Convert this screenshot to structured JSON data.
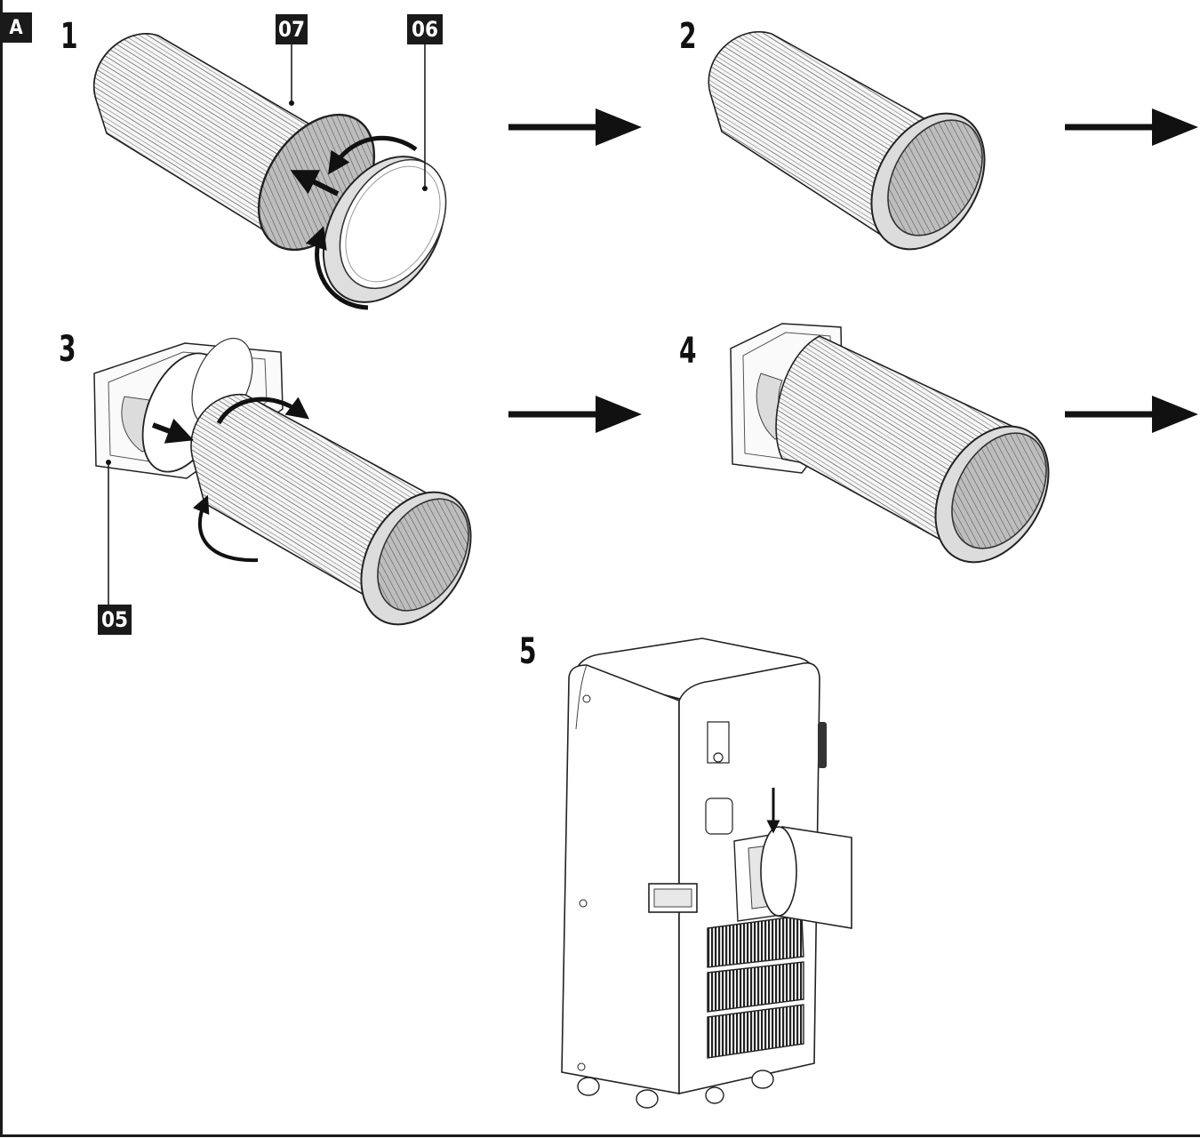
{
  "section": {
    "badge": "A"
  },
  "steps": [
    {
      "number": "1"
    },
    {
      "number": "2"
    },
    {
      "number": "3"
    },
    {
      "number": "4"
    },
    {
      "number": "5"
    }
  ],
  "parts": {
    "hose": "07",
    "window_adapter": "06",
    "unit_adapter": "05"
  },
  "colors": {
    "ink": "#1a1a1a",
    "hose_ribs": "#555555",
    "hose_fill": "#f4f4f4"
  }
}
